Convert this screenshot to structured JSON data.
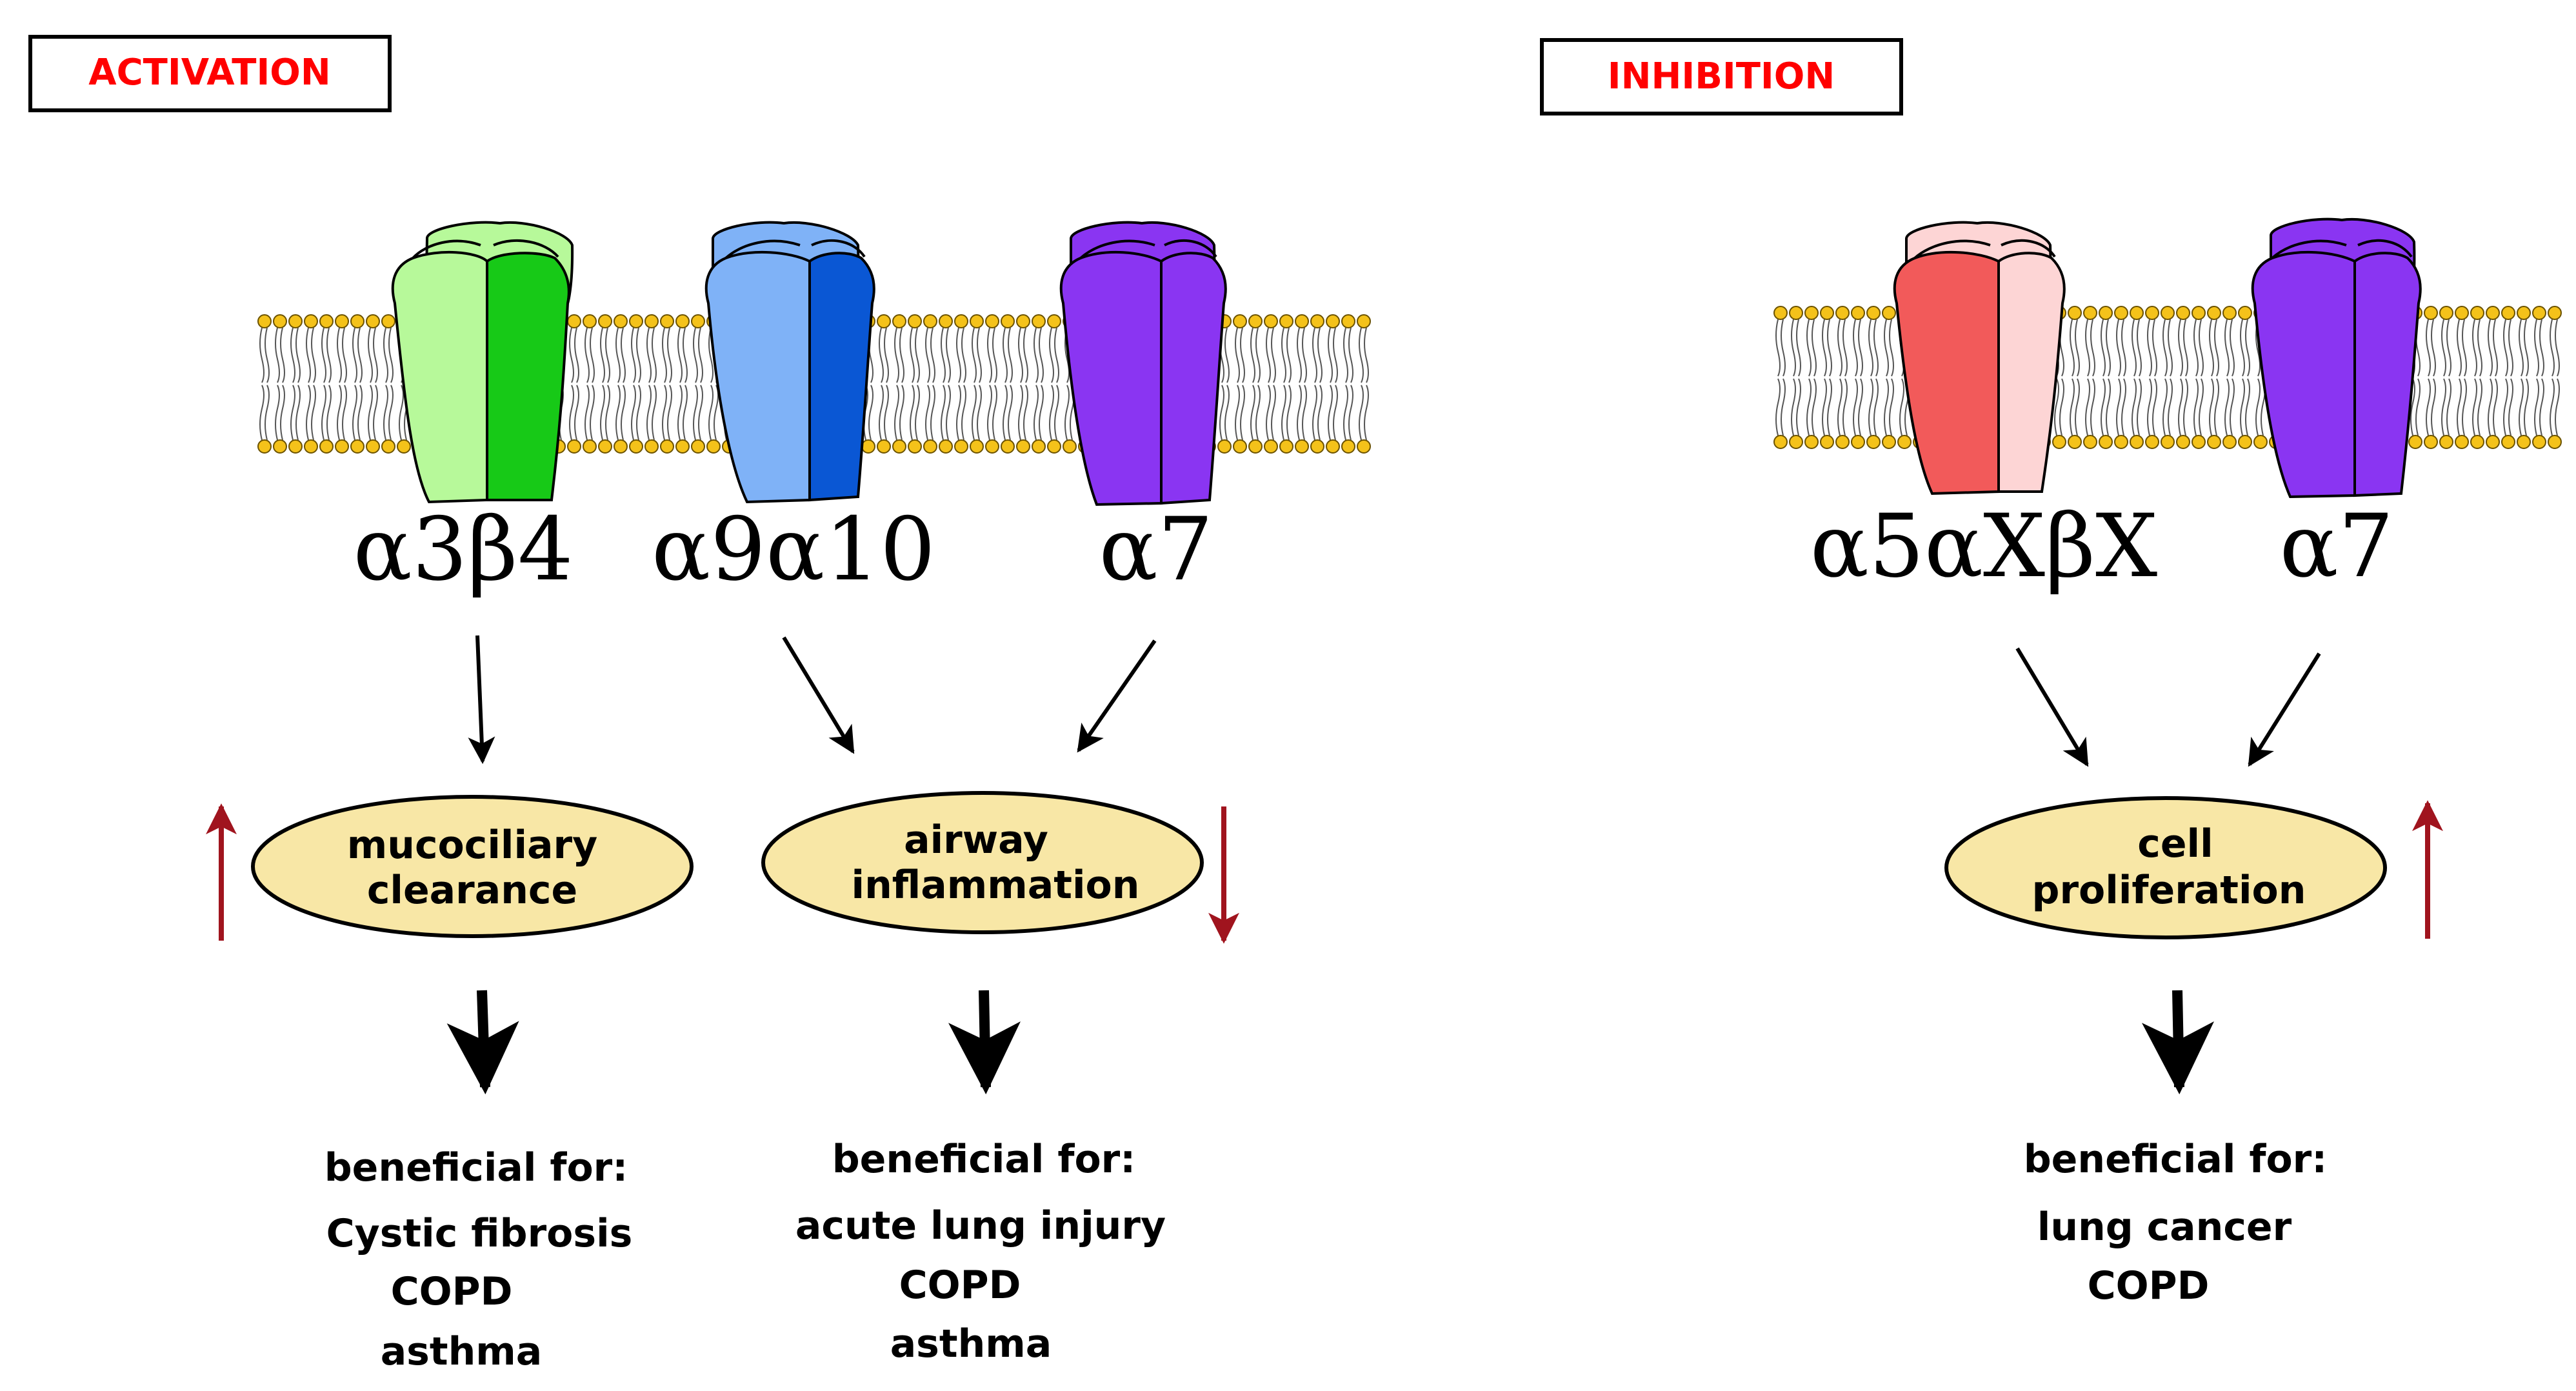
{
  "colors": {
    "activation_red": "#ff0000",
    "trend_arrow": "#a0141e",
    "ellipse_fill": "#f8e7a6",
    "lipid_head": "#f4c21a",
    "a3b4_light": "#b7f99a",
    "a3b4_dark": "#17c917",
    "a9a10_light": "#7fb2f7",
    "a9a10_dark": "#0a57d4",
    "a7_fill": "#8a35f2",
    "a5_light": "#fdd5d5",
    "a5_dark": "#f25a5a"
  },
  "activation": {
    "title": "ACTIVATION",
    "receptors": [
      {
        "label": "α3β4"
      },
      {
        "label": "α9α10"
      },
      {
        "label": "α7"
      }
    ],
    "effects": [
      {
        "line1": "mucociliary",
        "line2": "clearance",
        "trend": "up"
      },
      {
        "line1": "airway",
        "line2": "inflammation",
        "trend": "down"
      }
    ],
    "benefits": [
      {
        "heading": "beneficial for:",
        "items": [
          "Cystic fibrosis",
          "COPD",
          "asthma"
        ]
      },
      {
        "heading": "beneficial for:",
        "items": [
          "acute lung injury",
          "COPD",
          "asthma"
        ]
      }
    ]
  },
  "inhibition": {
    "title": "INHIBITION",
    "receptors": [
      {
        "label": "α5αXβX"
      },
      {
        "label": "α7"
      }
    ],
    "effect": {
      "line1": "cell",
      "line2": "proliferation",
      "trend": "up"
    },
    "benefit": {
      "heading": "beneficial for:",
      "items": [
        "lung cancer",
        "COPD"
      ]
    }
  }
}
